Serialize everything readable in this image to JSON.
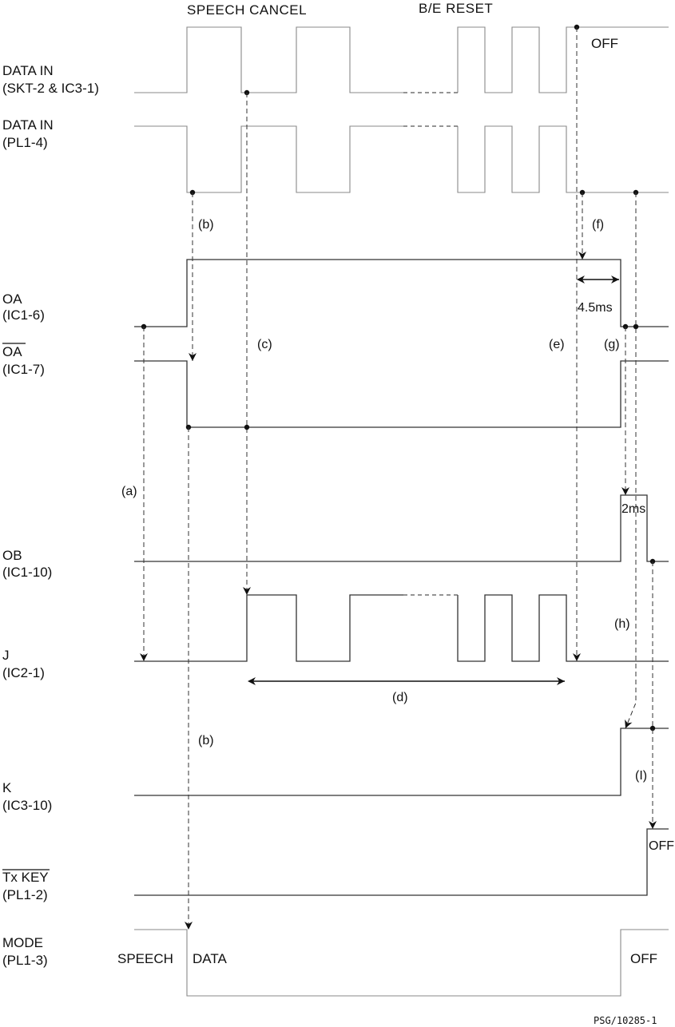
{
  "header": {
    "speech_cancel": "SPEECH CANCEL",
    "be_reset": "B/E RESET",
    "off_top": "OFF"
  },
  "signals": {
    "data_in_skt": {
      "name": "DATA IN",
      "pin": "(SKT-2 & IC3-1)"
    },
    "data_in_pl": {
      "name": "DATA IN",
      "pin": "(PL1-4)"
    },
    "oa": {
      "name": "OA",
      "pin": "(IC1-6)"
    },
    "oa_bar": {
      "name": "OA",
      "pin": "(IC1-7)"
    },
    "ob": {
      "name": "OB",
      "pin": "(IC1-10)"
    },
    "j": {
      "name": "J",
      "pin": "(IC2-1)"
    },
    "k": {
      "name": "K",
      "pin": "(IC3-10)"
    },
    "tx_key": {
      "name": "Tx KEY",
      "pin": "(PL1-2)"
    },
    "mode": {
      "name": "MODE",
      "pin": "(PL1-3)"
    }
  },
  "annotations": {
    "a": "(a)",
    "b_top": "(b)",
    "b_bottom": "(b)",
    "c": "(c)",
    "d": "(d)",
    "e": "(e)",
    "f": "(f)",
    "g": "(g)",
    "h": "(h)",
    "i": "(I)",
    "t_4_5ms": "4.5ms",
    "t_2ms": "2ms",
    "off_tx": "OFF",
    "speech": "SPEECH",
    "data": "DATA",
    "off_mode": "OFF"
  },
  "figure_ref": "PSG/10285-1"
}
